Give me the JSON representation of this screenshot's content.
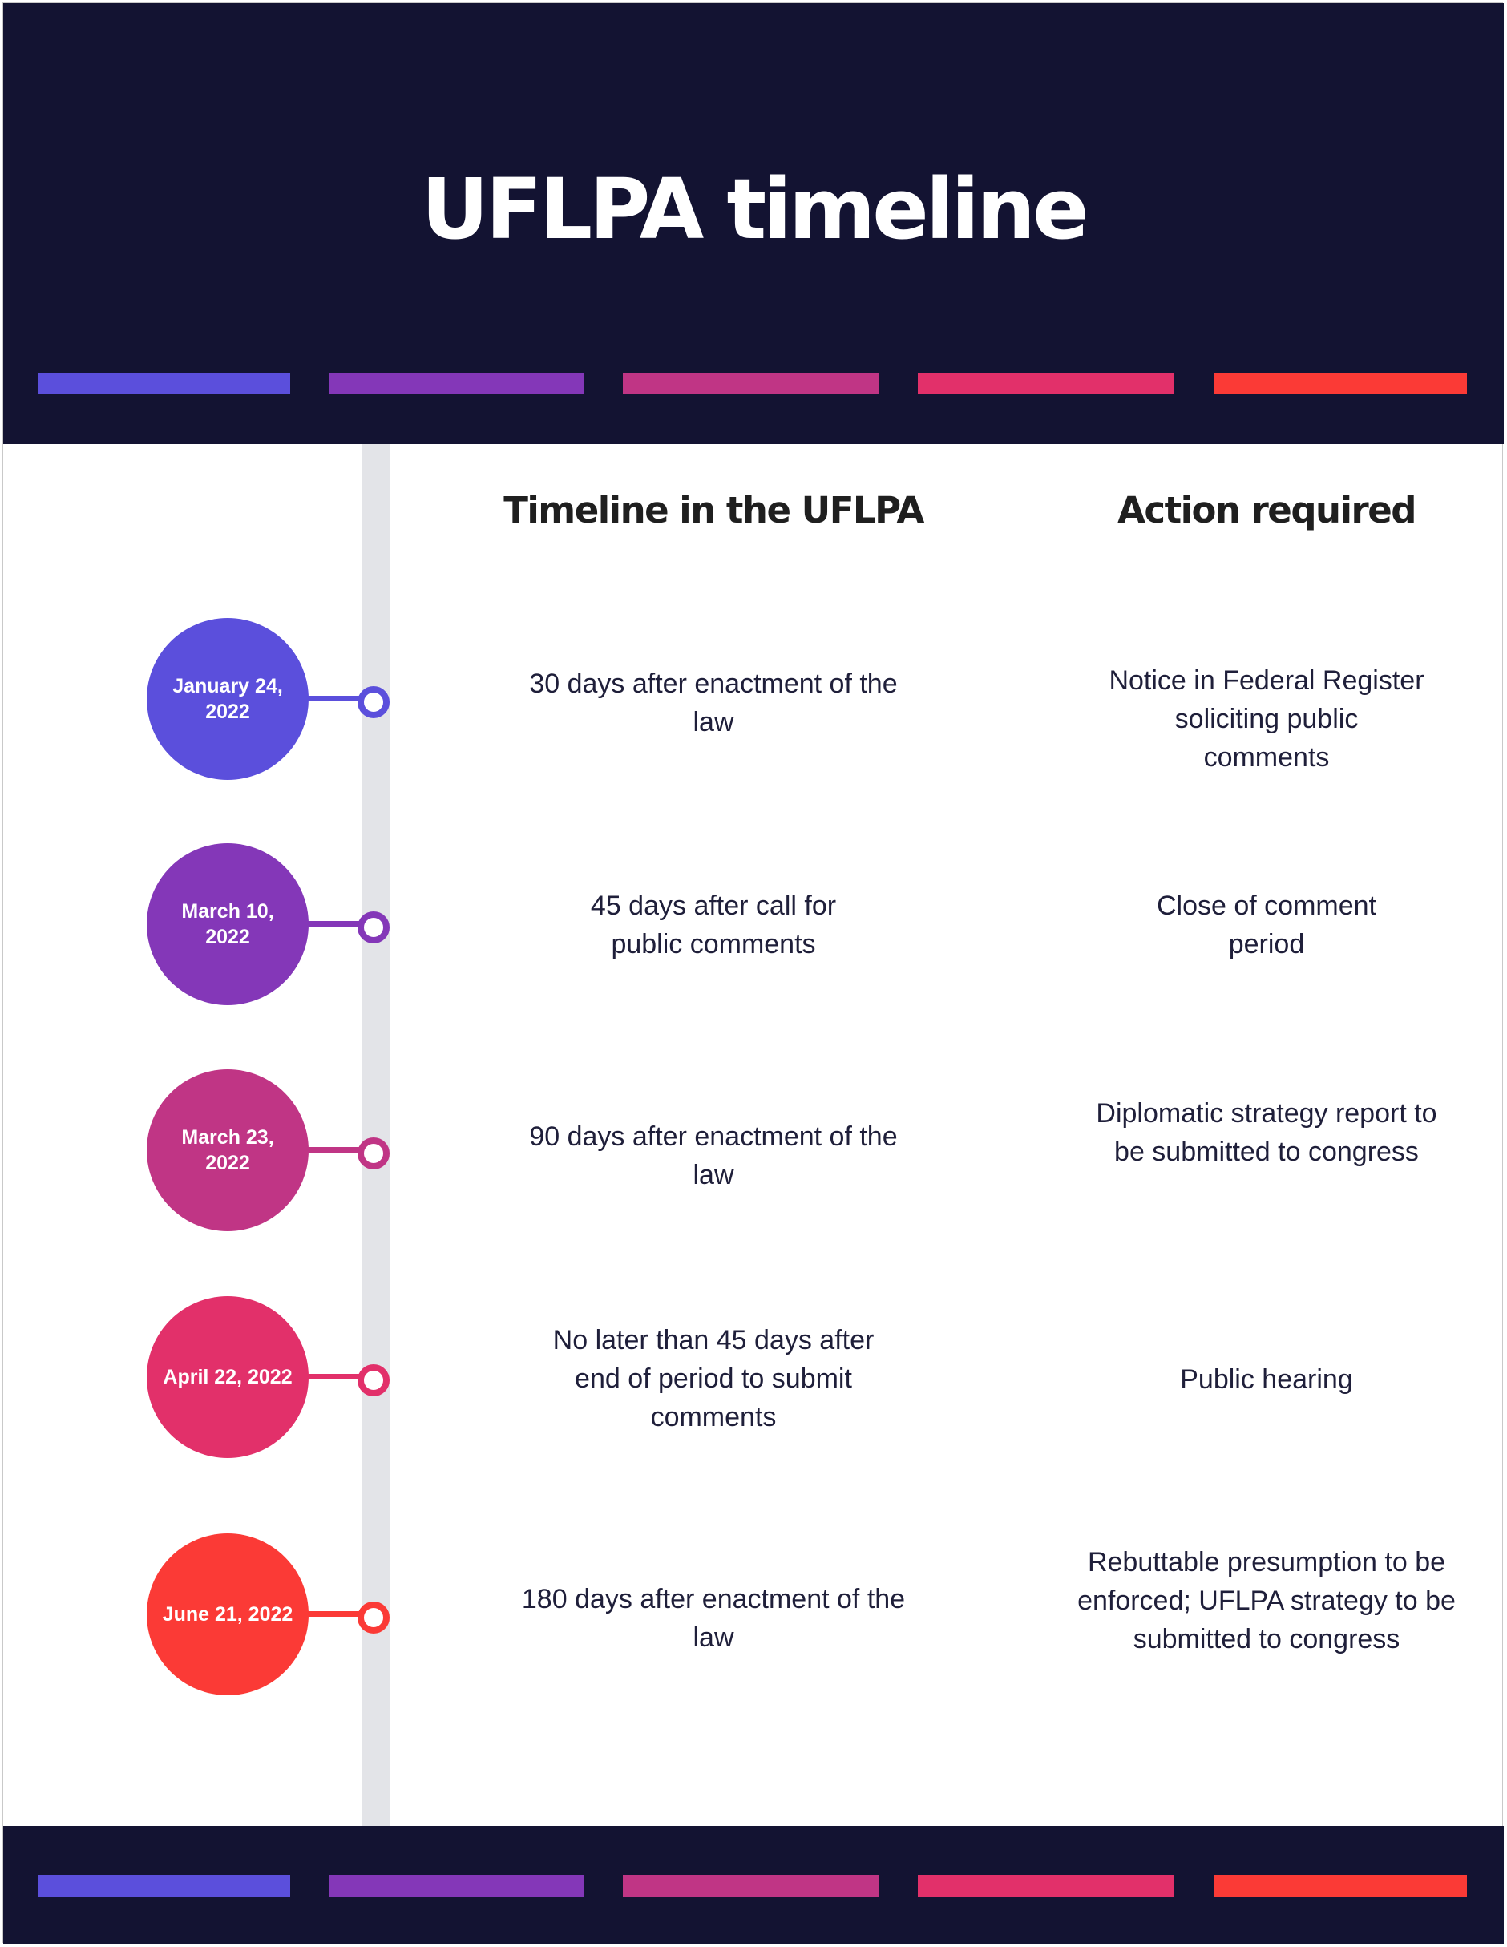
{
  "title": "UFLPA timeline",
  "columns": {
    "timeline": "Timeline in the UFLPA",
    "action": "Action required"
  },
  "palette": [
    "#5b4fdc",
    "#8437b8",
    "#c03585",
    "#e2306a",
    "#fb3a36"
  ],
  "rows": [
    {
      "date": "January 24,\n2022",
      "timeline": "30 days after enactment of the\nlaw",
      "action": "Notice in Federal Register\nsoliciting public\ncomments",
      "color": "#5b4fdc"
    },
    {
      "date": "March 10,\n2022",
      "timeline": "45 days after call for\npublic comments",
      "action": "Close of comment\nperiod",
      "color": "#8437b8"
    },
    {
      "date": "March 23,\n2022",
      "timeline": "90 days after enactment of the\nlaw",
      "action": "Diplomatic strategy report to\nbe submitted to congress",
      "color": "#c03585"
    },
    {
      "date": "April 22, 2022",
      "timeline": "No later than 45 days after\nend of period to submit\ncomments",
      "action": "Public hearing",
      "color": "#e2306a"
    },
    {
      "date": "June 21, 2022",
      "timeline": "180 days after enactment of the\nlaw",
      "action": "Rebuttable presumption to be\nenforced; UFLPA strategy to be\nsubmitted to congress",
      "color": "#fb3a36"
    }
  ]
}
